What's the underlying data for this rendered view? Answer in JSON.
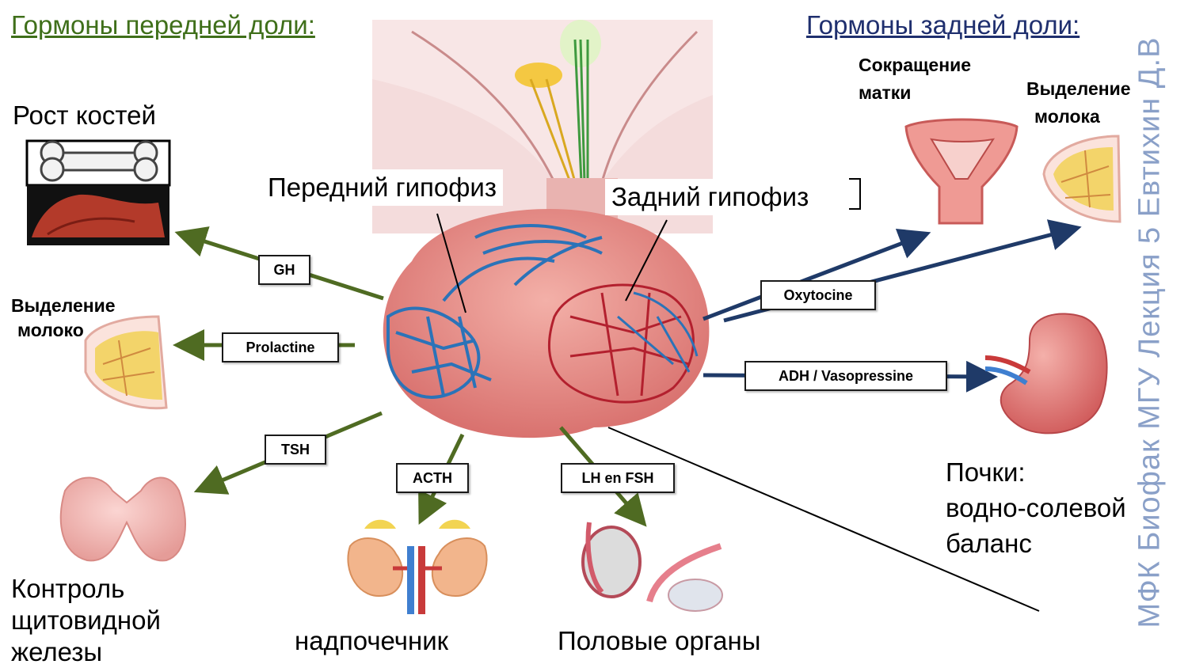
{
  "colors": {
    "anterior_heading": "#3f6f1a",
    "posterior_heading": "#1f2f6e",
    "anterior_arrow": "#4f6b22",
    "posterior_arrow": "#1f3a68",
    "vessel_blue": "#2b73b8",
    "vessel_red": "#b3202e",
    "gland_pink": "#e58a88",
    "watermark": "#8aa0c8"
  },
  "headings": {
    "anterior": "Гормоны передней доли:",
    "posterior": "Гормоны задней доли:"
  },
  "callouts": {
    "anterior_pituitary": "Передний гипофиз",
    "posterior_pituitary": "Задний гипофиз"
  },
  "hormones": {
    "gh": "GH",
    "prolactine": "Prolactine",
    "tsh": "TSH",
    "acth": "ACTH",
    "lh_fsh": "LH en FSH",
    "oxytocine": "Oxytocine",
    "adh": "ADH / Vasopressine"
  },
  "effects": {
    "bone_growth": "Рост костей",
    "milk_left": [
      "Выделение",
      "молоко"
    ],
    "thyroid": [
      "Контроль",
      "щитовидной",
      "железы"
    ],
    "adrenal": "надпочечник",
    "genitals": "Половые органы",
    "uterus": [
      "Сокращение",
      "матки"
    ],
    "milk_right": [
      "Выделение",
      "молока"
    ],
    "kidneys": [
      "Почки:",
      "водно-солевой",
      "баланс"
    ]
  },
  "icons": [
    "bone-icon",
    "arm-muscle-icon",
    "breast-icon",
    "thyroid-icon",
    "adrenal-kidney-icon",
    "testis-ovary-icon",
    "uterus-icon",
    "kidney-icon",
    "pituitary-gland-illustration"
  ],
  "watermark": "МФК Биофак МГУ Лекция 5 Евтихин Д.В"
}
